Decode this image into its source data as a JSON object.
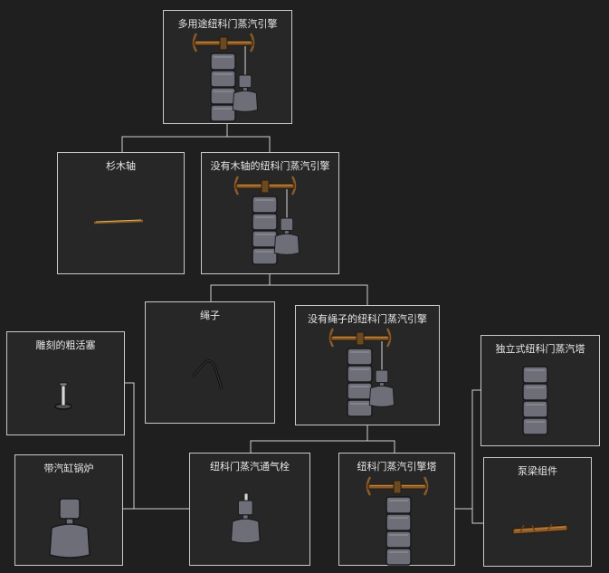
{
  "tree": {
    "root": {
      "title": "多用途纽科门蒸汽引擎"
    },
    "level1": [
      {
        "title": "杉木轴"
      },
      {
        "title": "没有木轴的纽科门蒸汽引擎"
      }
    ],
    "level2": [
      {
        "title": "绳子"
      },
      {
        "title": "没有绳子的纽科门蒸汽引擎"
      }
    ],
    "left_side": [
      {
        "title": "雕刻的粗活塞"
      },
      {
        "title": "带汽缸锅炉"
      }
    ],
    "bottom": [
      {
        "title": "纽科门蒸汽通气栓"
      },
      {
        "title": "纽科门蒸汽引擎塔"
      }
    ],
    "right_side": [
      {
        "title": "独立式纽科门蒸汽塔"
      },
      {
        "title": "泵梁组件"
      }
    ]
  },
  "colors": {
    "background": "#1f1f1f",
    "panel": "#272727",
    "border": "#c9c9c9",
    "text": "#e6e6e6",
    "stone": "#6e6e78",
    "wood": "#8a5a28"
  },
  "icons": {
    "engine_full": "engine-icon",
    "shaft": "wooden-shaft-icon",
    "rope": "rope-icon",
    "piston": "piston-icon",
    "boiler": "boiler-icon",
    "vent": "vent-icon",
    "tower": "tower-icon",
    "beam": "beam-icon"
  }
}
